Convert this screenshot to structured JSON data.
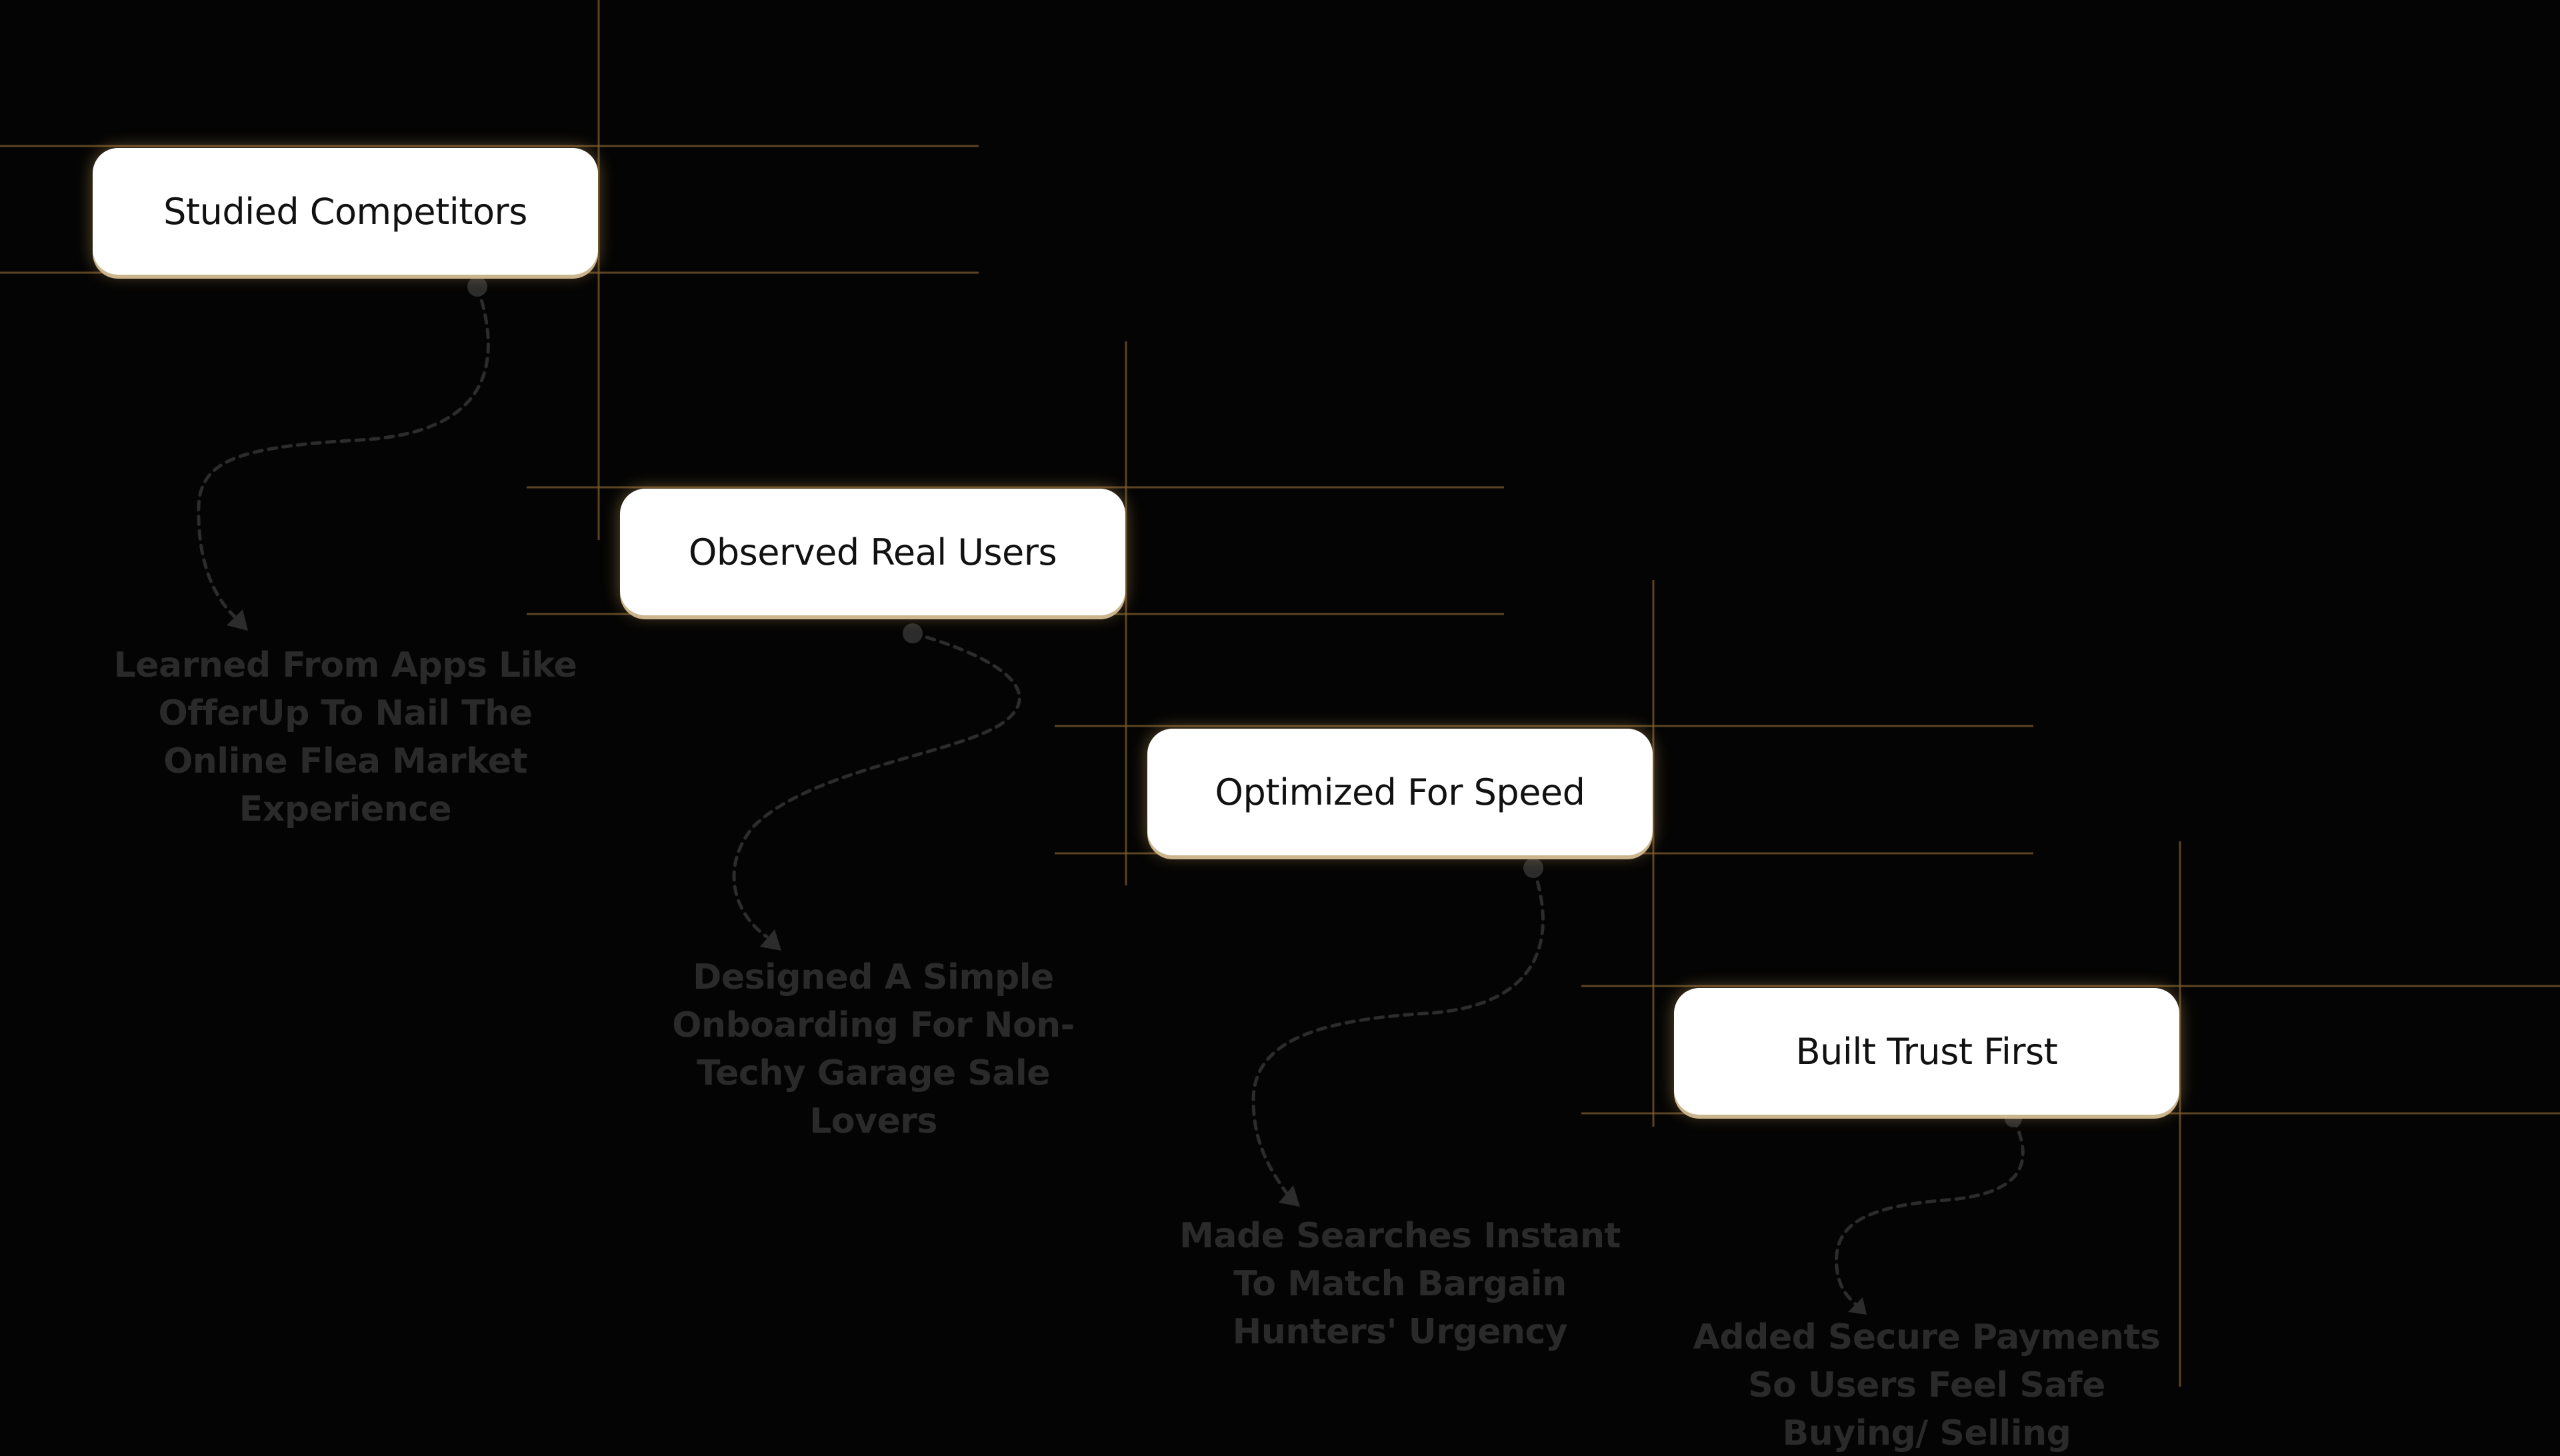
{
  "colors": {
    "background": "#040404",
    "card": "#ffffff",
    "card_text": "#111111",
    "guide_line": "#7a5a2c",
    "card_glow": "#d6a860",
    "note_text": "#2a2a2a",
    "connector": "#2c2c2c"
  },
  "steps": [
    {
      "label": "Studied Competitors",
      "note": "Learned From Apps Like OfferUp To Nail The Online Flea Market Experience"
    },
    {
      "label": "Observed Real Users",
      "note": "Designed A Simple Onboarding For Non-Techy Garage Sale Lovers"
    },
    {
      "label": "Optimized For Speed",
      "note": "Made Searches Instant To Match Bargain Hunters' Urgency"
    },
    {
      "label": "Built Trust First",
      "note": "Added Secure Payments So Users Feel Safe Buying/ Selling"
    }
  ]
}
